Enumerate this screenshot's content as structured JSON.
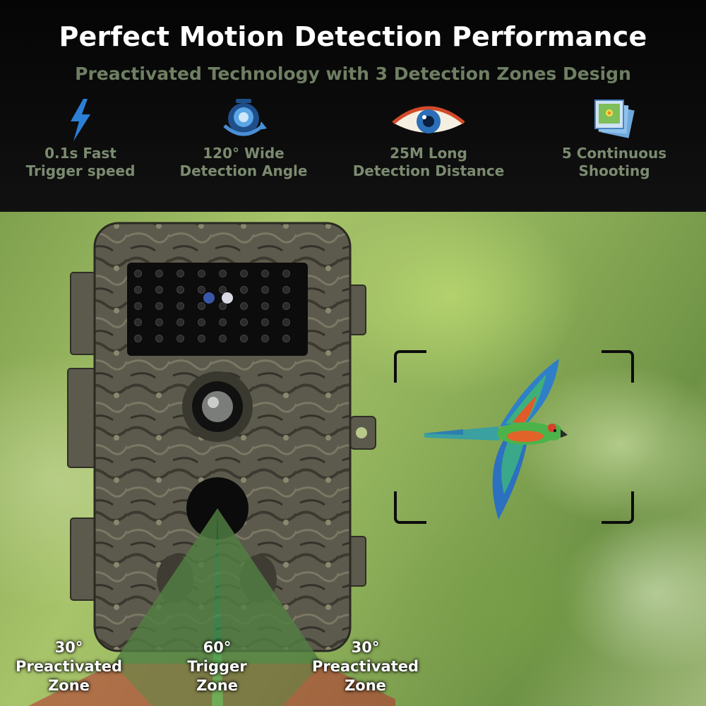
{
  "header": {
    "title": "Perfect Motion Detection Performance",
    "subtitle": "Preactivated Technology with 3 Detection Zones Design"
  },
  "features": [
    {
      "icon": "lightning-bolt-icon",
      "line1": "0.1s Fast",
      "line2": "Trigger speed"
    },
    {
      "icon": "wide-angle-lens-icon",
      "line1": "120° Wide",
      "line2": "Detection Angle"
    },
    {
      "icon": "eye-icon",
      "line1": "25M Long",
      "line2": "Detection Distance"
    },
    {
      "icon": "photo-stack-icon",
      "line1": "5 Continuous",
      "line2": "Shooting"
    }
  ],
  "zones": [
    {
      "degree": "30°",
      "line1": "Preactivated",
      "line2": "Zone"
    },
    {
      "degree": "60°",
      "line1": "Trigger",
      "line2": "Zone"
    },
    {
      "degree": "30°",
      "line1": "Preactivated",
      "line2": "Zone"
    }
  ],
  "colors": {
    "trigger_zone": "#2e9a4a",
    "preactivated_zone": "#b83030",
    "subtitle": "#6f7f63",
    "feature_text": "#7b8b70"
  }
}
